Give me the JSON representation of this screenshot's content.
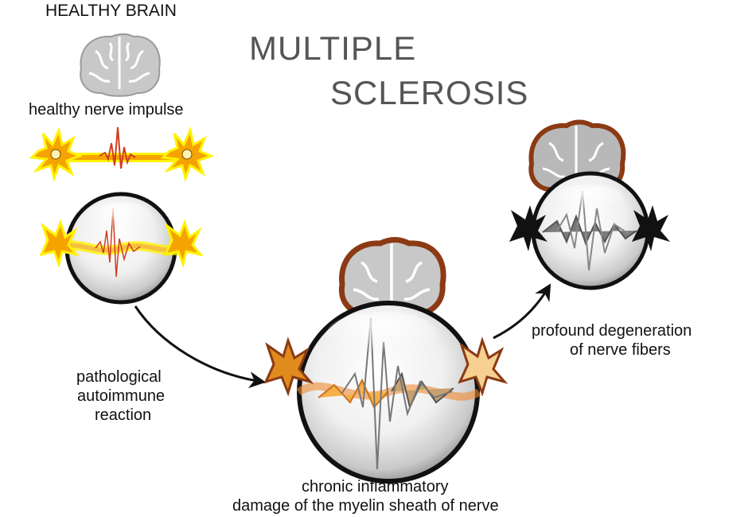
{
  "header": {
    "healthy_brain": "HEALTHY BRAIN",
    "title_line1": "MULTIPLE",
    "title_line2": "SCLEROSIS"
  },
  "labels": {
    "healthy_impulse": "healthy nerve impulse",
    "autoimmune_1": "pathological",
    "autoimmune_2": "autoimmune",
    "autoimmune_3": "reaction",
    "chronic_1": "chronic inflammatory",
    "chronic_2": "damage of the myelin sheath of nerve",
    "profound_1": "profound degeneration",
    "profound_2": "of nerve fibers"
  },
  "icons": [
    "brain-icon",
    "neuron-icon",
    "nerve-impulse-icon",
    "magnifier-sphere-icon",
    "arrow-icon"
  ],
  "colors": {
    "healthy_neuron": "#f5a300",
    "healthy_glow": "#fff200",
    "damaged_neuron": "#c8721e",
    "inflamed_cortex": "#8b3a14",
    "degenerated_neuron": "#111111",
    "brain_gray": "#c8c8c8",
    "impulse_red": "#d23c1e",
    "title_gray": "#555555"
  }
}
